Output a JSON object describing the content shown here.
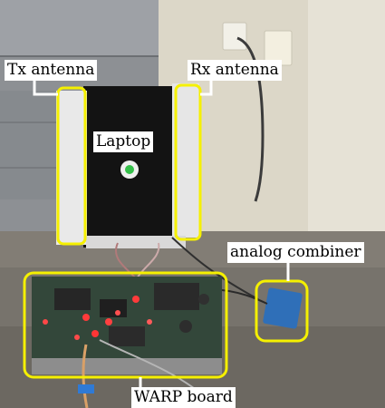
{
  "labels": {
    "tx": "Tx antenna",
    "rx": "Rx antenna",
    "laptop": "Laptop",
    "combiner": "analog combiner",
    "warp": "WARP board"
  },
  "colors": {
    "highlight": "#f5f000",
    "leader": "#ffffff"
  }
}
